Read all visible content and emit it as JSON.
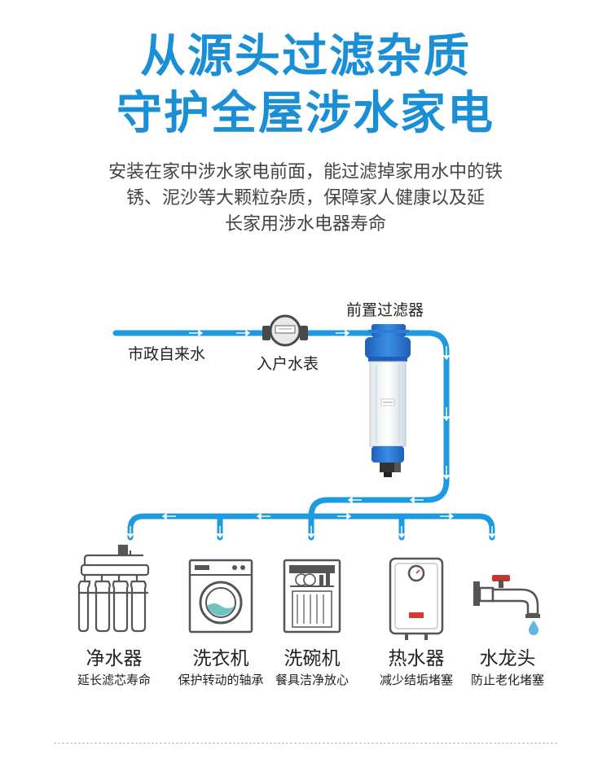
{
  "headline": {
    "line1": "从源头过滤杂质",
    "line2": "守护全屋涉水家电"
  },
  "description": {
    "line1": "安装在家中涉水家电前面，能过滤掉家用水中的铁",
    "line2": "锈、泥沙等大颗粒杂质，保障家人健康以及延",
    "line3": "长家用涉水电器寿命"
  },
  "diagram": {
    "municipal_label": "市政自来水",
    "meter_label": "入户水表",
    "filter_label": "前置过滤器"
  },
  "appliances": [
    {
      "name": "净水器",
      "benefit": "延长滤芯寿命",
      "icon": "water-purifier-icon"
    },
    {
      "name": "洗衣机",
      "benefit": "保护转动的轴承",
      "icon": "washing-machine-icon"
    },
    {
      "name": "洗碗机",
      "benefit": "餐具洁净放心",
      "icon": "dishwasher-icon"
    },
    {
      "name": "热水器",
      "benefit": "减少结垢堵塞",
      "icon": "water-heater-icon"
    },
    {
      "name": "水龙头",
      "benefit": "防止老化堵塞",
      "icon": "faucet-icon"
    }
  ],
  "colors": {
    "brand_blue": "#1a8fd6",
    "pipe_blue": "#1e9be0",
    "filter_blue": "#2a7fd4",
    "icon_gray": "#555555"
  }
}
